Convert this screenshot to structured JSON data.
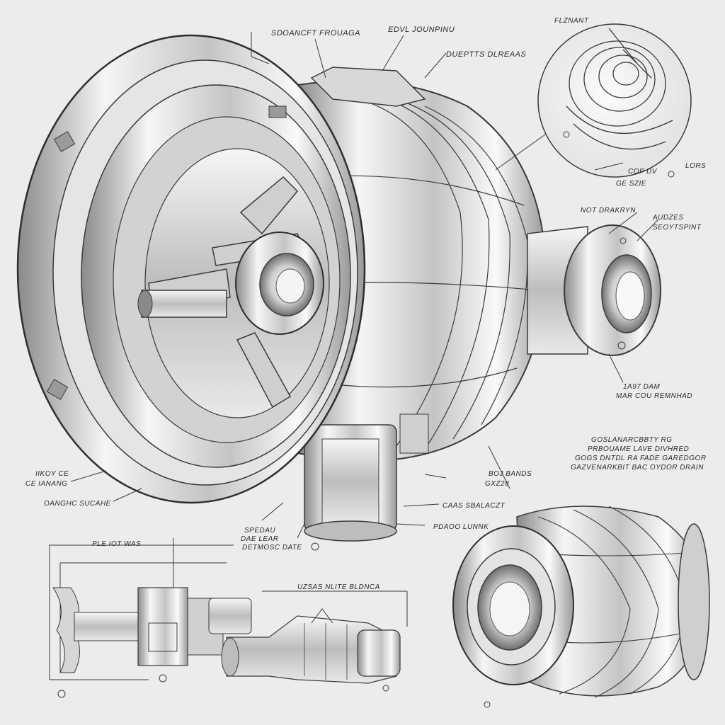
{
  "colors": {
    "background": "#ececeb",
    "ink": "#2a2a2a",
    "metal_light": "#f4f4f4",
    "metal_mid": "#b9b9b9",
    "metal_dark": "#6d6d6d"
  },
  "labels": {
    "top_left": "SDOANCFT FROUAGA",
    "top_mid": "EDVL JOUNPINU",
    "top_mid2": "DUEPTTS DLREAAS",
    "detail_title": "FLZNANT",
    "detail_note": "LORS",
    "detail_note2": "COP DV",
    "detail_note3": "GE SZIE",
    "right_mid1": "NOT DRAKRYN",
    "right_mid2a": "AUDZES",
    "right_mid2b": "SEOYTSPINT",
    "right_low1": "1A97 DAM",
    "right_low2": "MAR COU REMNHAD",
    "note_block_1": "GOSLANARCBBTY RG",
    "note_block_2": "PRBOUAME LAVE DIVHRED",
    "note_block_3": "GOGS DNTDL RA FADE GAREDGOR",
    "note_block_4": "GAZVENARKBIT BAC OYDOR DRAIN",
    "mid_low1a": "BOJ BANDS",
    "mid_low1b": "GXZ28",
    "mid_low2": "CAAS SBALACZT",
    "mid_low3": "PDAOO LUNNK",
    "left_mid1a": "IIKOY CE",
    "left_mid1b": "CE IANANG",
    "left_mid2": "OANGHC SUCAHE",
    "schem_a": "PLE IOT WAS",
    "schem_b": "SPEDAU",
    "schem_c": "DAE LEAR",
    "schem_d": "DETMOSC DATE",
    "schem_e": "UZSAS NLITE BLDNCA"
  }
}
